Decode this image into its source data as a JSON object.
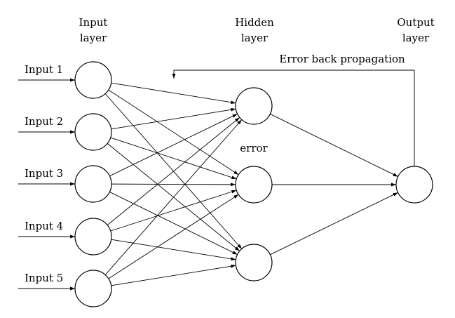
{
  "layers": {
    "input": {
      "line1": "Input",
      "line2": "layer"
    },
    "hidden": {
      "line1": "Hidden",
      "line2": "layer"
    },
    "output": {
      "line1": "Output",
      "line2": "layer"
    }
  },
  "input_labels": [
    "Input 1",
    "Input 2",
    "Input 3",
    "Input 4",
    "Input 5"
  ],
  "error_label": "error",
  "backprop_label": "Error back propagation",
  "colors": {
    "stroke": "#000000",
    "node_fill": "#ffffff",
    "background": "#ffffff"
  }
}
